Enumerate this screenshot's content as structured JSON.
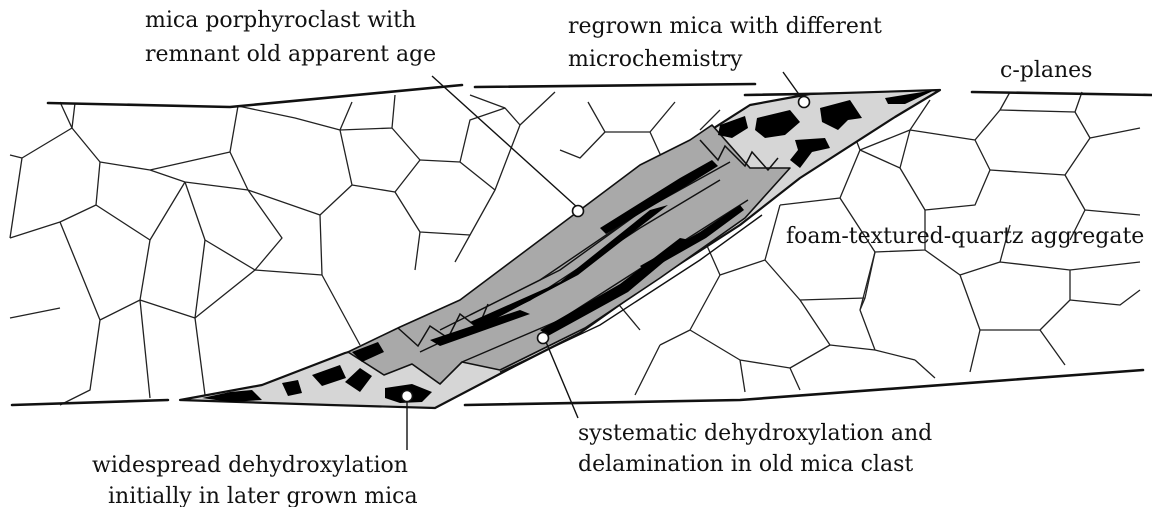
{
  "labels": {
    "porphyroclast": [
      "mica porphyroclast with",
      "remnant old apparent age"
    ],
    "regrown": [
      "regrown mica with different",
      "microchemistry"
    ],
    "c_planes": "c-planes",
    "foam": "foam-textured-quartz aggregate",
    "systematic": [
      "systematic dehydroxylation and",
      "delamination in old mica clast"
    ],
    "widespread": [
      "widespread dehydroxylation",
      "initially in later grown mica"
    ]
  },
  "colors": {
    "line": "#111111",
    "old_mica_fill": "#a9a9a9",
    "regrown_mica_fill": "#d6d6d6",
    "dehydroxylated": "#000000",
    "background": "#ffffff"
  }
}
